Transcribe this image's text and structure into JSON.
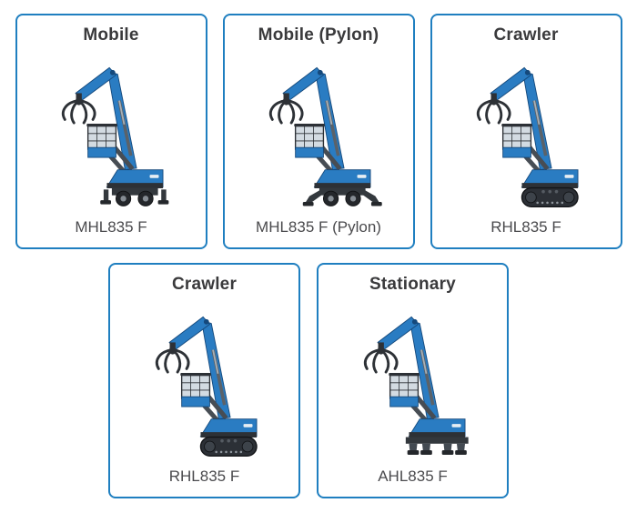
{
  "colors": {
    "card_border": "#1f7fc0",
    "title_text": "#3a3a3c",
    "model_text": "#4a4a4d",
    "machine_blue": "#2a7cc2",
    "machine_dark": "#2d3136"
  },
  "cards": [
    {
      "title": "Mobile",
      "model": "MHL835 F",
      "icon": "mobile-material-handler-icon"
    },
    {
      "title": "Mobile (Pylon)",
      "model": "MHL835 F (Pylon)",
      "icon": "mobile-pylon-material-handler-icon"
    },
    {
      "title": "Crawler",
      "model": "RHL835 F",
      "icon": "crawler-material-handler-icon"
    },
    {
      "title": "Crawler",
      "model": "RHL835 F",
      "icon": "crawler-material-handler-icon"
    },
    {
      "title": "Stationary",
      "model": "AHL835 F",
      "icon": "stationary-material-handler-icon"
    }
  ]
}
